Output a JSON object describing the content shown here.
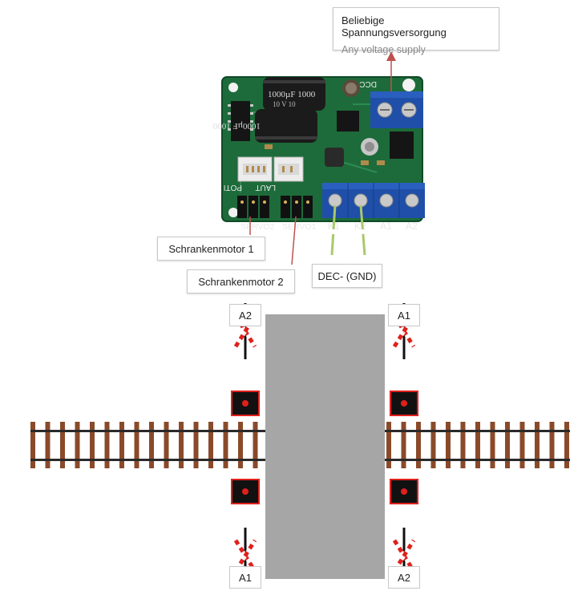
{
  "callouts": {
    "supply_de": "Beliebige Spannungsversorgung",
    "supply_en": "Any voltage supply",
    "motor1": "Schrankenmotor 1",
    "motor2": "Schrankenmotor 2",
    "dec_gnd": "DEC- (GND)"
  },
  "board": {
    "cap_big_1": "1000µF 1000",
    "cap_big_2": "10  V   10",
    "cap_small": "1000µF 1000",
    "silk_dcc": "DCC",
    "silk_laut": "LAUT",
    "silk_poti": "POTI",
    "servo2": "SERVO2",
    "servo1": "SERVO1",
    "terminal_labels": [
      "K1",
      "K2",
      "A1",
      "A2"
    ]
  },
  "signal_labels": {
    "top_left": "A2",
    "top_right": "A1",
    "bottom_left": "A1",
    "bottom_right": "A2"
  },
  "colors": {
    "pcb_green": "#1d6b3a",
    "terminal_blue": "#1f4fa8",
    "wire_green": "#a9c96a",
    "arrow_red": "#c0504d",
    "road_gray": "#a6a6a6",
    "sleeper_brown": "#8a4a2a",
    "signal_red": "#e0201c"
  }
}
